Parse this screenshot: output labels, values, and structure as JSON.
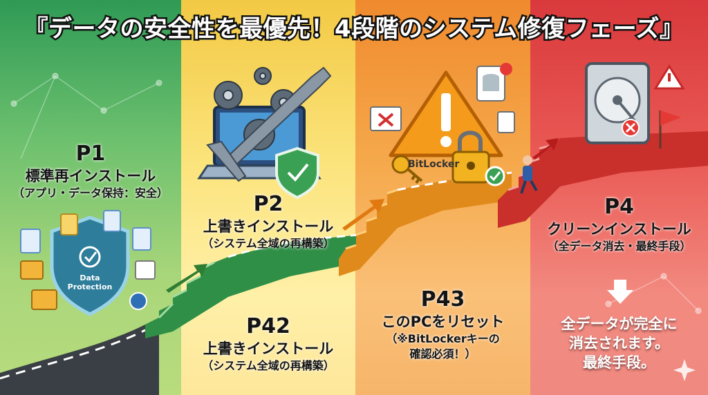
{
  "title": "『データの安全性を最優先！4段階のシステム修復フェーズ』",
  "phases": [
    {
      "code": "P1",
      "name": "標準再インストール",
      "note": "（アプリ・データ保持：安全）"
    },
    {
      "code": "P2",
      "name": "上書きインストール",
      "note": "（システム全域の再構築）"
    },
    {
      "code": "P42",
      "name": "上書きインストール",
      "note": "（システム全域の再構築）"
    },
    {
      "code": "P43",
      "name": "このPCをリセット",
      "note_line1": "（※BitLockerキーの",
      "note_line2": "確認必須！）"
    },
    {
      "code": "P4",
      "name": "クリーンインストール",
      "note": "（全データ消去・最終手段）"
    }
  ],
  "warning": {
    "line1": "全データが完全に",
    "line2": "消去されます。",
    "line3": "最終手段。"
  },
  "shield_label": {
    "line1": "Data",
    "line2": "Protection"
  },
  "bitlocker_label": "BitLocker",
  "colors": {
    "green": "#4caf50",
    "yellow": "#fbe37a",
    "orange": "#f5a84a",
    "red": "#e5484d",
    "road": "#3a3f45",
    "stairs_red": "#d23a2e"
  }
}
